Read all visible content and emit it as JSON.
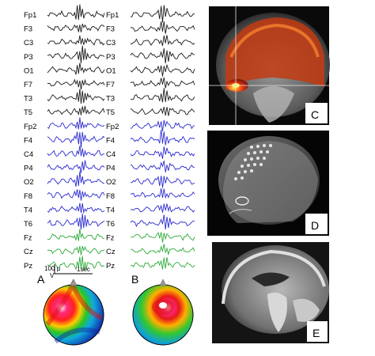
{
  "figure": {
    "panel_labels": {
      "A": "A",
      "B": "B",
      "C": "C",
      "D": "D",
      "E": "E"
    },
    "channels": [
      "Fp1",
      "F3",
      "C3",
      "P3",
      "O1",
      "F7",
      "T3",
      "T5",
      "Fp2",
      "F4",
      "C4",
      "P4",
      "O2",
      "F8",
      "T4",
      "T6",
      "Fz",
      "Cz",
      "Pz"
    ],
    "scale_bar": {
      "amplitude": "100 µ",
      "amplitude_unit": "V",
      "time": "1sec"
    },
    "colors": {
      "left_channels": "#1a1a1a",
      "right_channels": "#2a2ad0",
      "midline_channels": "#2eaa3a"
    }
  }
}
